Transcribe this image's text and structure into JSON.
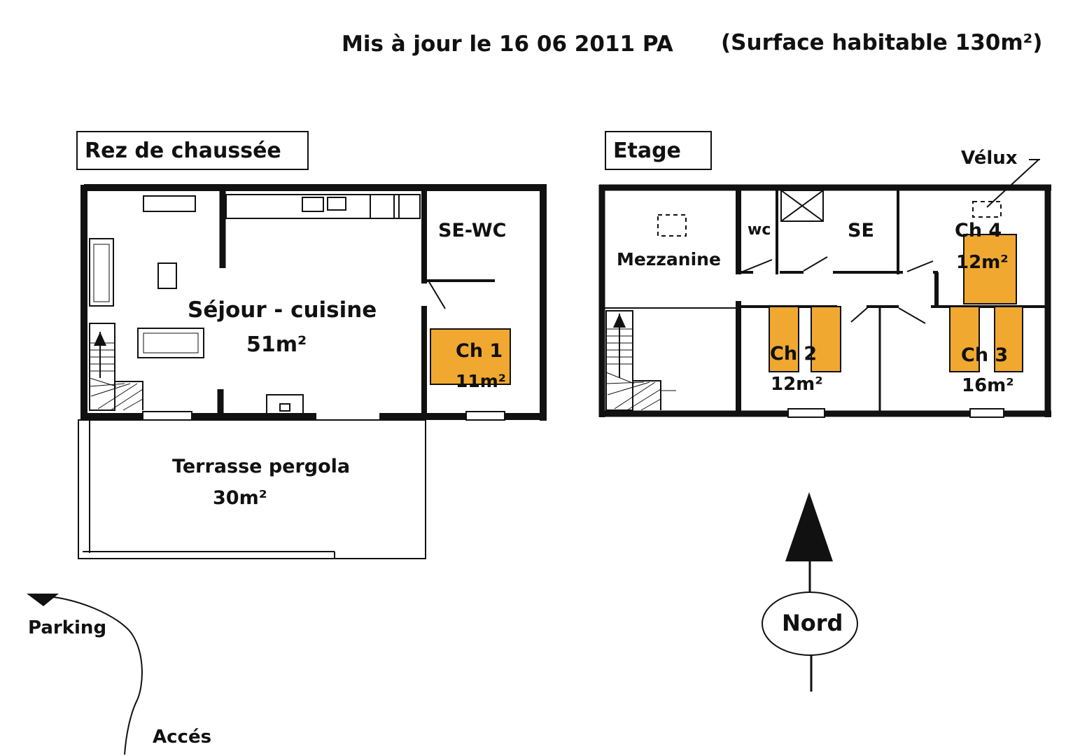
{
  "header": {
    "update_text": "Mis à jour le 16 06 2011  PA",
    "surface_text": "(Surface habitable 130m²)"
  },
  "ground_floor": {
    "title": "Rez de chaussée",
    "sejour_label": "Séjour - cuisine",
    "sejour_area": "51m²",
    "sewc_label": "SE-WC",
    "ch1_label": "Ch 1",
    "ch1_area": "11m²",
    "terrace_label": "Terrasse pergola",
    "terrace_area": "30m²"
  },
  "upper_floor": {
    "title": "Etage",
    "velux_label": "Vélux",
    "mezzanine_label": "Mezzanine",
    "wc_label": "wc",
    "se_label": "SE",
    "ch2_label": "Ch 2",
    "ch2_area": "12m²",
    "ch3_label": "Ch 3",
    "ch3_area": "16m²",
    "ch4_label": "Ch 4",
    "ch4_area": "12m²"
  },
  "site": {
    "parking_label": "Parking",
    "access_label": "Accés",
    "north_label": "Nord"
  },
  "colors": {
    "bed": "#f0a830",
    "wall": "#111111"
  }
}
